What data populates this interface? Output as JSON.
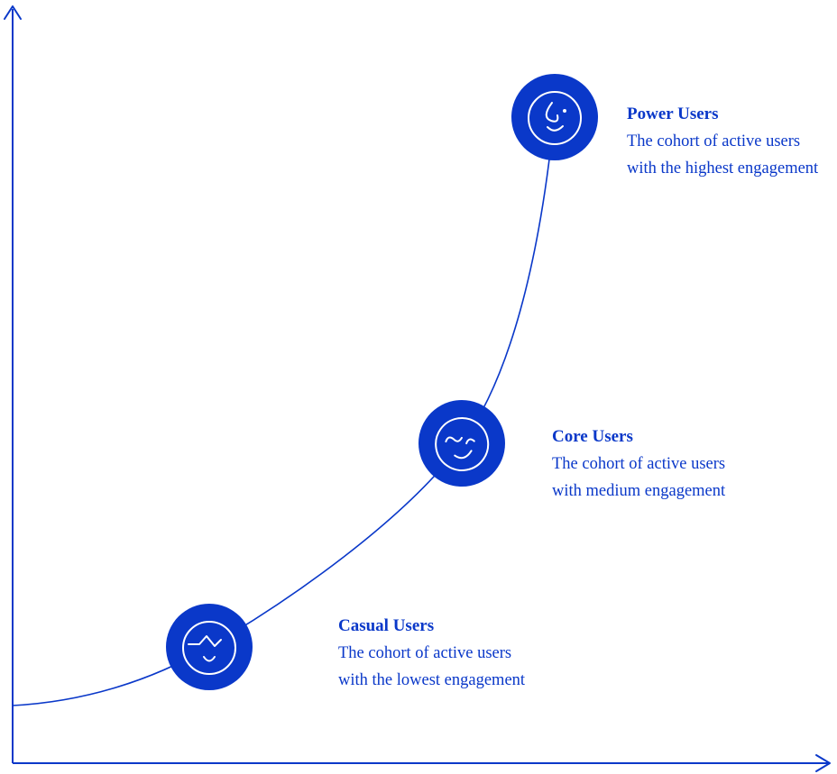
{
  "colors": {
    "primary": "#0a38c9",
    "icon_fill": "#0a38c9",
    "icon_stroke": "#ffffff",
    "background": "#ffffff"
  },
  "diagram": {
    "type": "annotated-growth-curve",
    "axes": {
      "x_label": "",
      "y_label": ""
    },
    "nodes": [
      {
        "id": "casual-users",
        "icon": "casual-face-icon",
        "title": "Casual Users",
        "description": "The cohort of active users with the lowest engagement"
      },
      {
        "id": "core-users",
        "icon": "core-face-icon",
        "title": "Core Users",
        "description": "The cohort of active users with medium engagement"
      },
      {
        "id": "power-users",
        "icon": "power-face-icon",
        "title": "Power Users",
        "description": "The cohort of active users with the highest engagement"
      }
    ]
  }
}
